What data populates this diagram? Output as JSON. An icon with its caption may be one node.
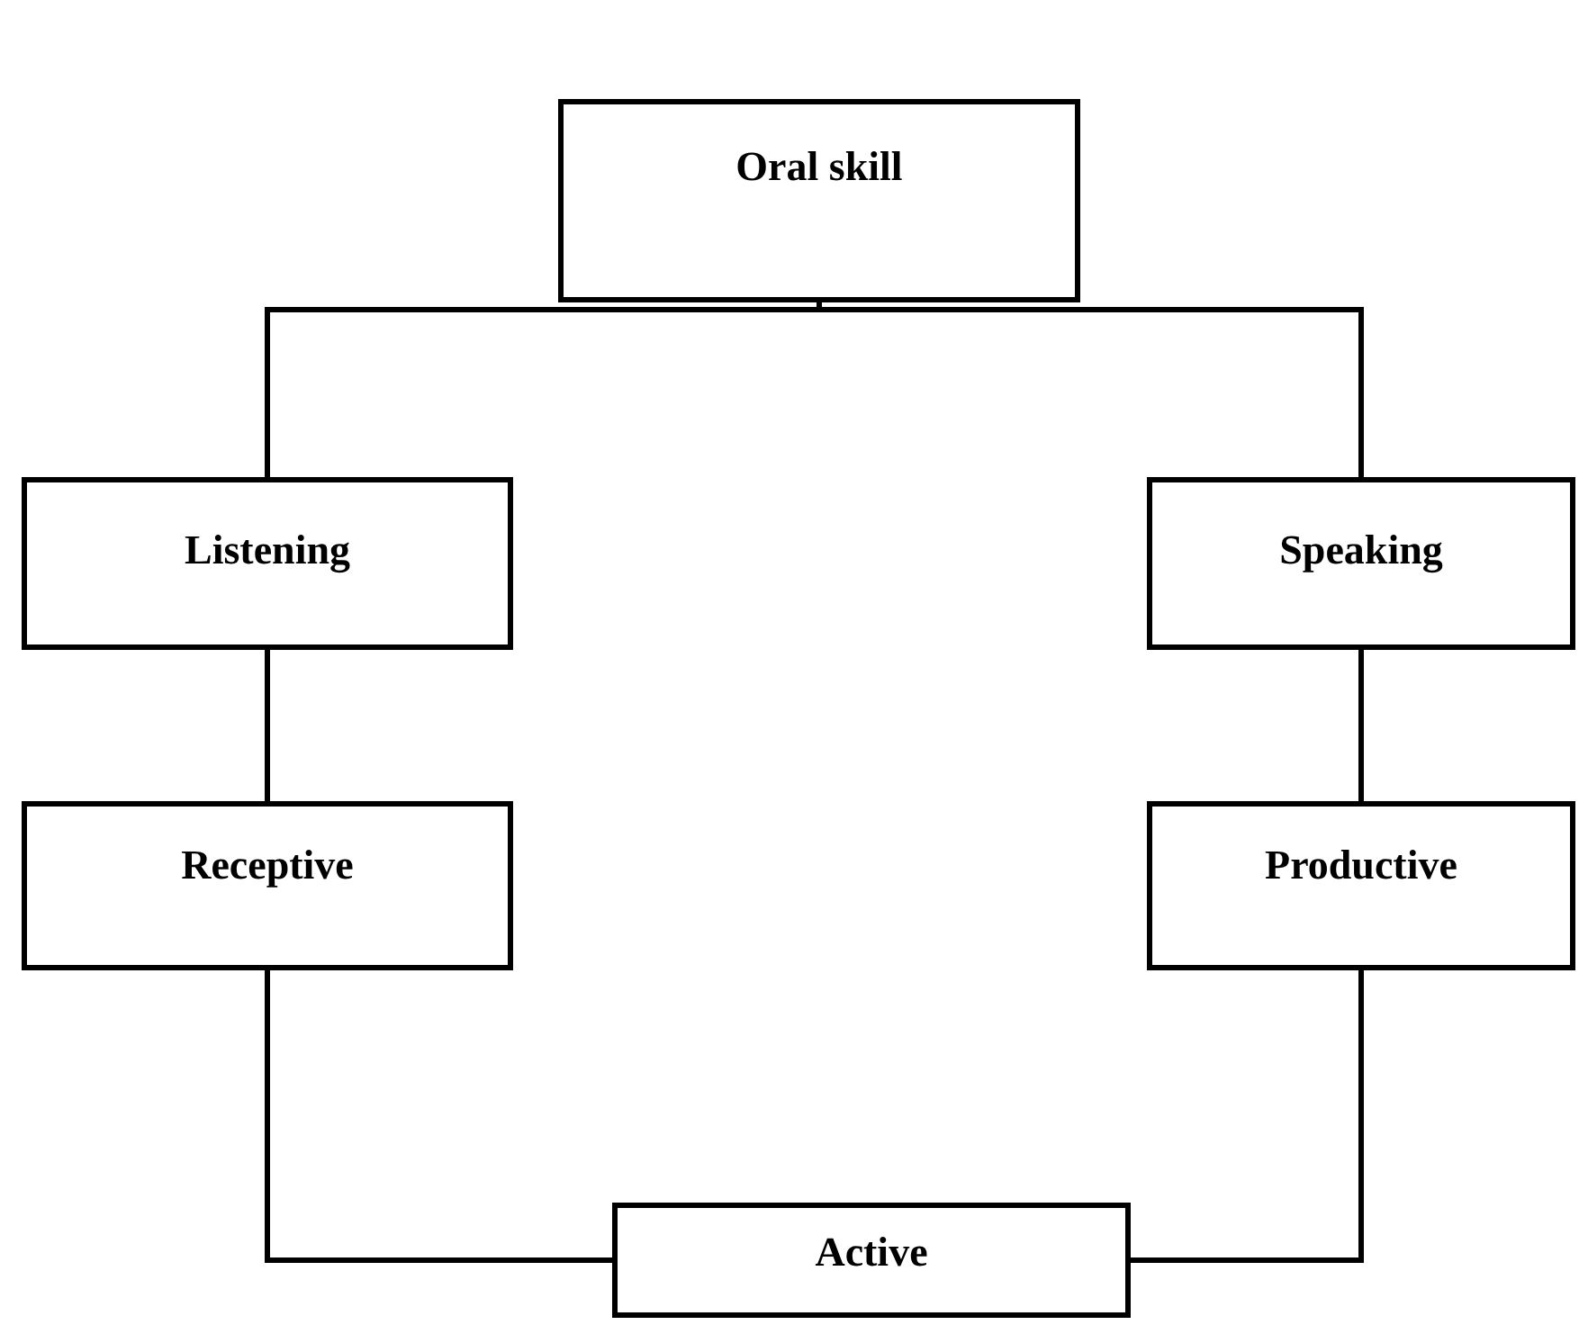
{
  "diagram": {
    "nodes": [
      {
        "text": [
          "Oral skill"
        ]
      },
      {
        "text": [
          "Listening"
        ]
      },
      {
        "text": [
          "Speaking"
        ]
      },
      {
        "text": [
          "Receptive"
        ]
      },
      {
        "text": [
          "Productive"
        ]
      },
      {
        "text": [
          "Active"
        ]
      }
    ],
    "edges": [
      {
        "from": 0,
        "to": 1,
        "arrow": "none"
      },
      {
        "from": 0,
        "to": 2,
        "arrow": "none"
      },
      {
        "from": 1,
        "to": 3,
        "arrow": "none"
      },
      {
        "from": 2,
        "to": 4,
        "arrow": "none"
      },
      {
        "from": 3,
        "to": 5,
        "arrow": "none"
      },
      {
        "from": 4,
        "to": 5,
        "arrow": "none"
      }
    ]
  }
}
